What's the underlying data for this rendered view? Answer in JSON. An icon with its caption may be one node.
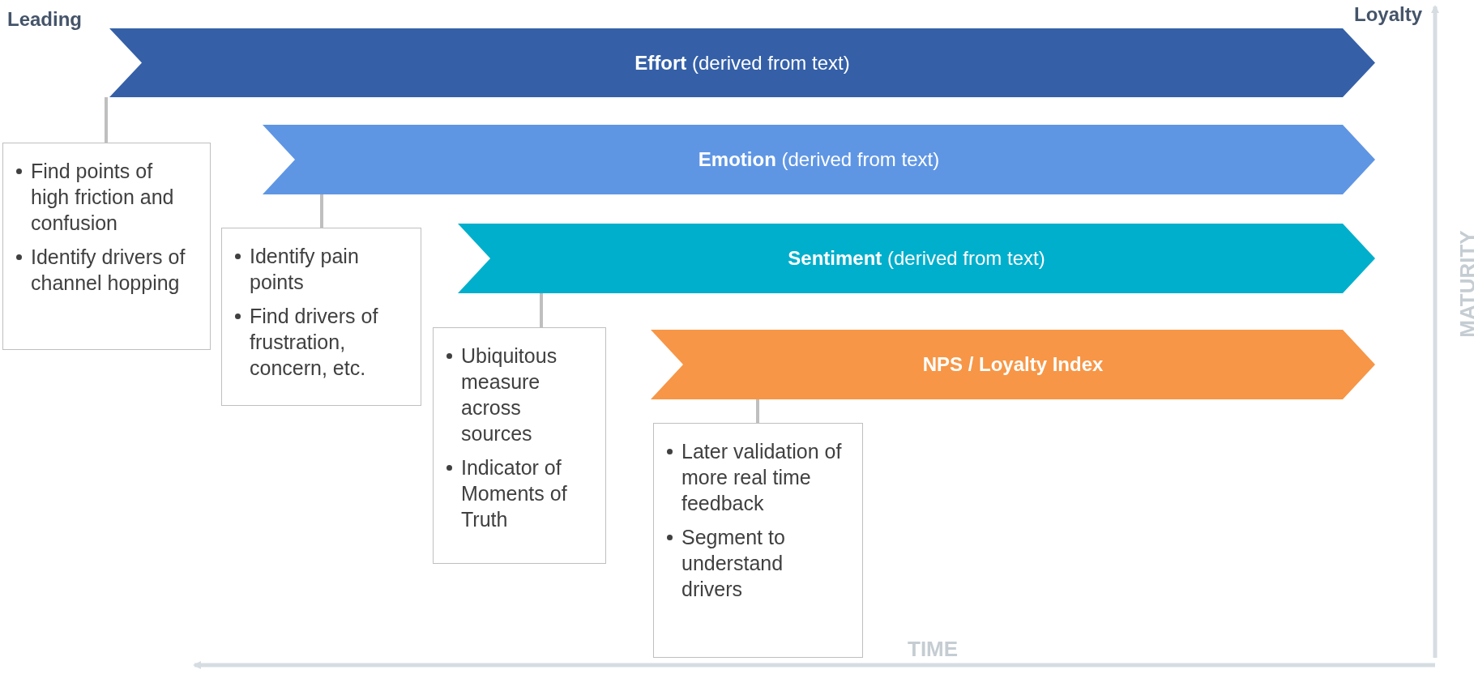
{
  "diagram": {
    "nodes": [
      {
        "text": [
          "**Effort** (derived from text)"
        ]
      },
      {
        "text": [
          "**Emotion** (derived from text)"
        ]
      },
      {
        "text": [
          "**Sentiment** (derived from text)"
        ]
      },
      {
        "text": [
          "NPS / Loyalty Index"
        ]
      },
      {
        "text": [
          "Find points of high friction and confusion",
          "Identify drivers of channel hopping"
        ]
      },
      {
        "text": [
          "Identify pain points",
          "Find drivers of frustration, concern, etc."
        ]
      },
      {
        "text": [
          "Ubiquitous measure across sources",
          "Indicator of Moments of Truth"
        ]
      },
      {
        "text": [
          "Later validation of more real time feedback",
          "Segment to understand drivers"
        ]
      }
    ],
    "edges": [
      {
        "from": 0,
        "to": 4,
        "arrow": "none"
      },
      {
        "from": 1,
        "to": 5,
        "arrow": "none"
      },
      {
        "from": 2,
        "to": 6,
        "arrow": "none"
      },
      {
        "from": 3,
        "to": 7,
        "arrow": "none"
      }
    ],
    "labels": [
      "Leading",
      "Loyalty",
      "MATURITY",
      "TIME"
    ]
  }
}
